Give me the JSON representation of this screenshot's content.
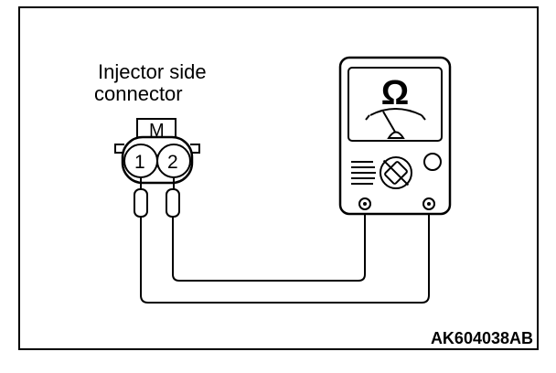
{
  "diagram": {
    "connector_label_line1": "Injector side",
    "connector_label_line2": "connector",
    "connector_key_letter": "M",
    "pin_1": "1",
    "pin_2": "2",
    "meter_symbol": "Ω",
    "figure_code": "AK604038AB"
  },
  "icons": {
    "meter": "ohmmeter-icon",
    "connector": "two-pin-connector-icon"
  },
  "colors": {
    "line": "#000000",
    "background": "#ffffff"
  }
}
